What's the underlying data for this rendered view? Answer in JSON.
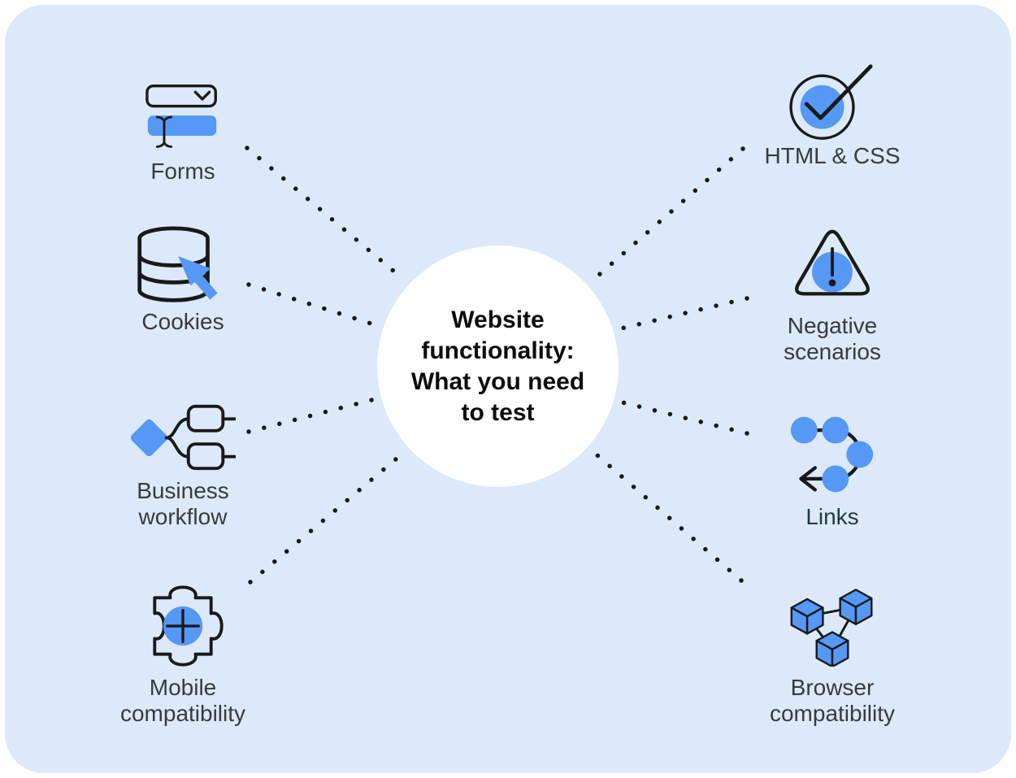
{
  "title": "Website functionality: What you need to test",
  "colors": {
    "page-bg": "#ffffff",
    "card-bg": "#dce9fb",
    "accent": "#5598f6",
    "ink": "#191919",
    "label-ink": "#3a3a3a",
    "links-ink": "#1d3c34",
    "center-bg": "#ffffff",
    "center-ink": "#0c0c0c"
  },
  "center": {
    "lines": [
      "Website",
      "functionality:",
      "What you need",
      "to test"
    ]
  },
  "nodes": [
    {
      "id": "forms",
      "label": "Forms",
      "icon": "form-input-icon",
      "side": "left"
    },
    {
      "id": "cookies",
      "label": "Cookies",
      "icon": "database-cursor-icon",
      "side": "left"
    },
    {
      "id": "business-workflow",
      "label": "Business workflow",
      "icon": "flowchart-icon",
      "side": "left"
    },
    {
      "id": "mobile-compatibility",
      "label": "Mobile compatibility",
      "icon": "puzzle-plus-icon",
      "side": "left"
    },
    {
      "id": "html-css",
      "label": "HTML & CSS",
      "icon": "check-circle-icon",
      "side": "right"
    },
    {
      "id": "negative-scenarios",
      "label": "Negative scenarios",
      "icon": "warning-triangle-icon",
      "side": "right"
    },
    {
      "id": "links",
      "label": "Links",
      "icon": "path-arrow-icon",
      "side": "right"
    },
    {
      "id": "browser-compatibility",
      "label": "Browser compatibility",
      "icon": "cubes-network-icon",
      "side": "right"
    }
  ]
}
